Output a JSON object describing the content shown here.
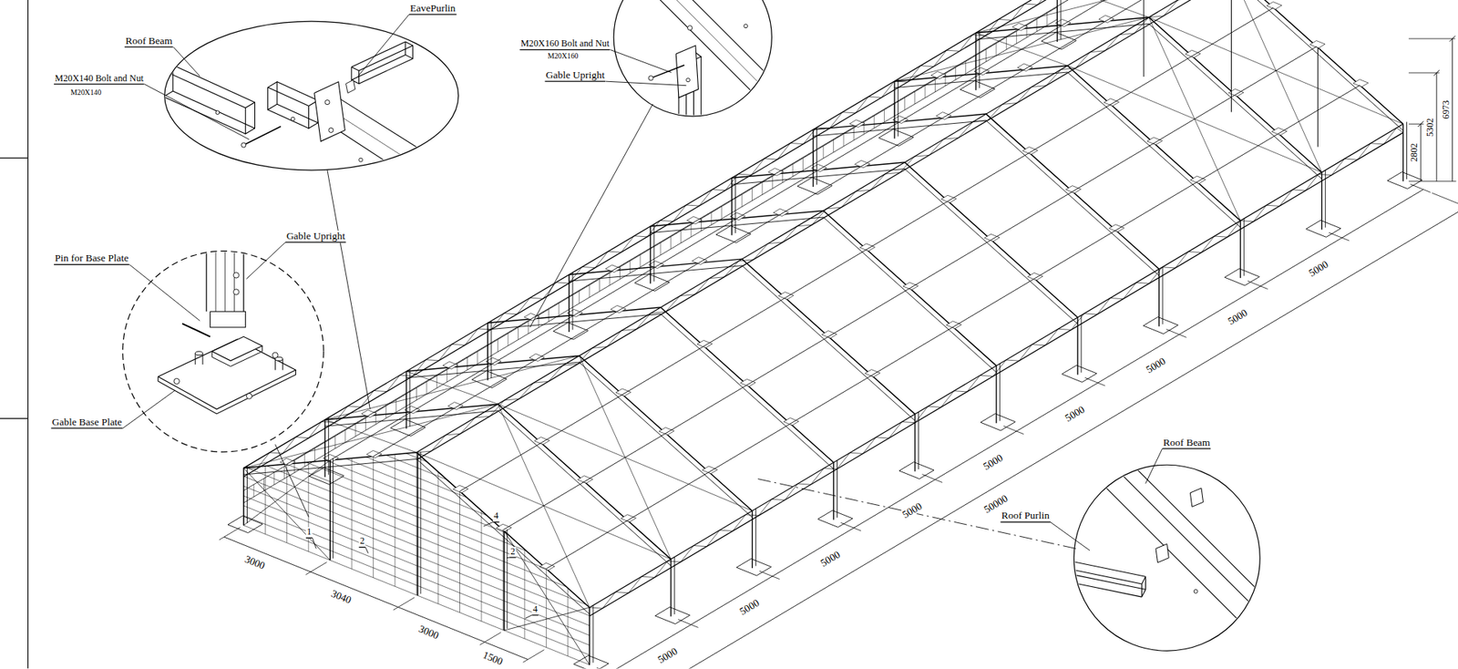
{
  "diagram": {
    "labels": [
      "EavePurlin",
      "Roof Beam",
      "M20X140 Bolt and Nut",
      "M20X140",
      "M20X160 Bolt and Nut",
      "M20X160",
      "Gable Upright",
      "Gable Upright",
      "Pin for Base Plate",
      "Gable Base Plate",
      "Roof Beam",
      "Roof Purlin",
      "6973",
      "5302",
      "2802",
      "5000",
      "5000",
      "5000",
      "5000",
      "5000",
      "5000",
      "5000",
      "5000",
      "5000",
      "50000",
      "3000",
      "3040",
      "3000",
      "1500",
      "4",
      "2",
      "4",
      "1",
      "2"
    ]
  }
}
